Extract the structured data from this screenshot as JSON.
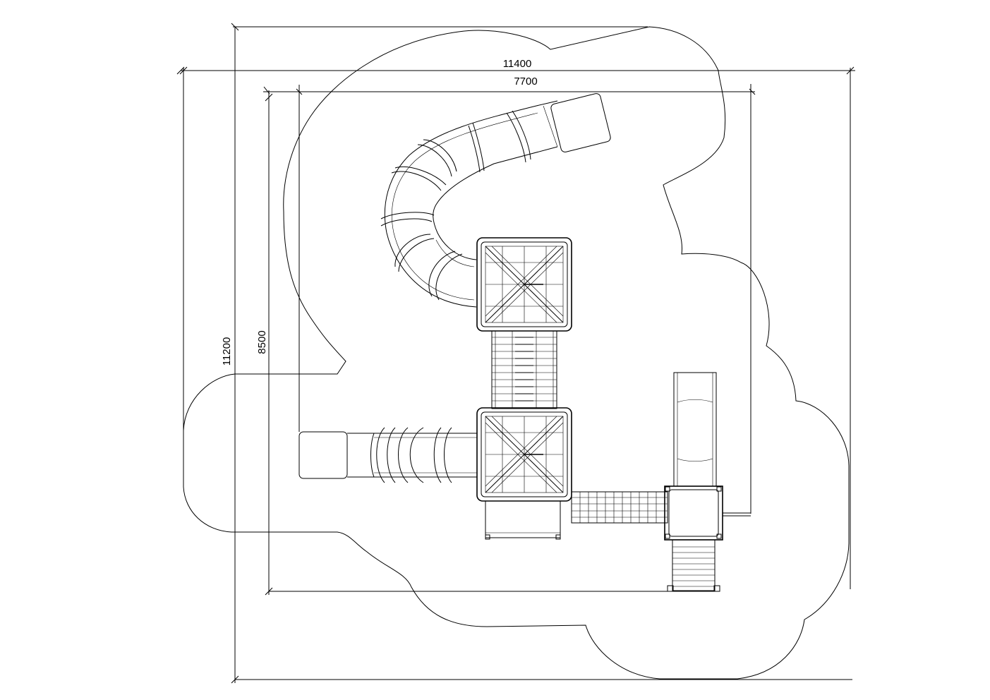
{
  "dimensions": {
    "overall_width": "11400",
    "inner_width": "7700",
    "overall_height": "11200",
    "inner_height": "8500"
  },
  "colors": {
    "line": "#000000",
    "background": "#ffffff"
  }
}
